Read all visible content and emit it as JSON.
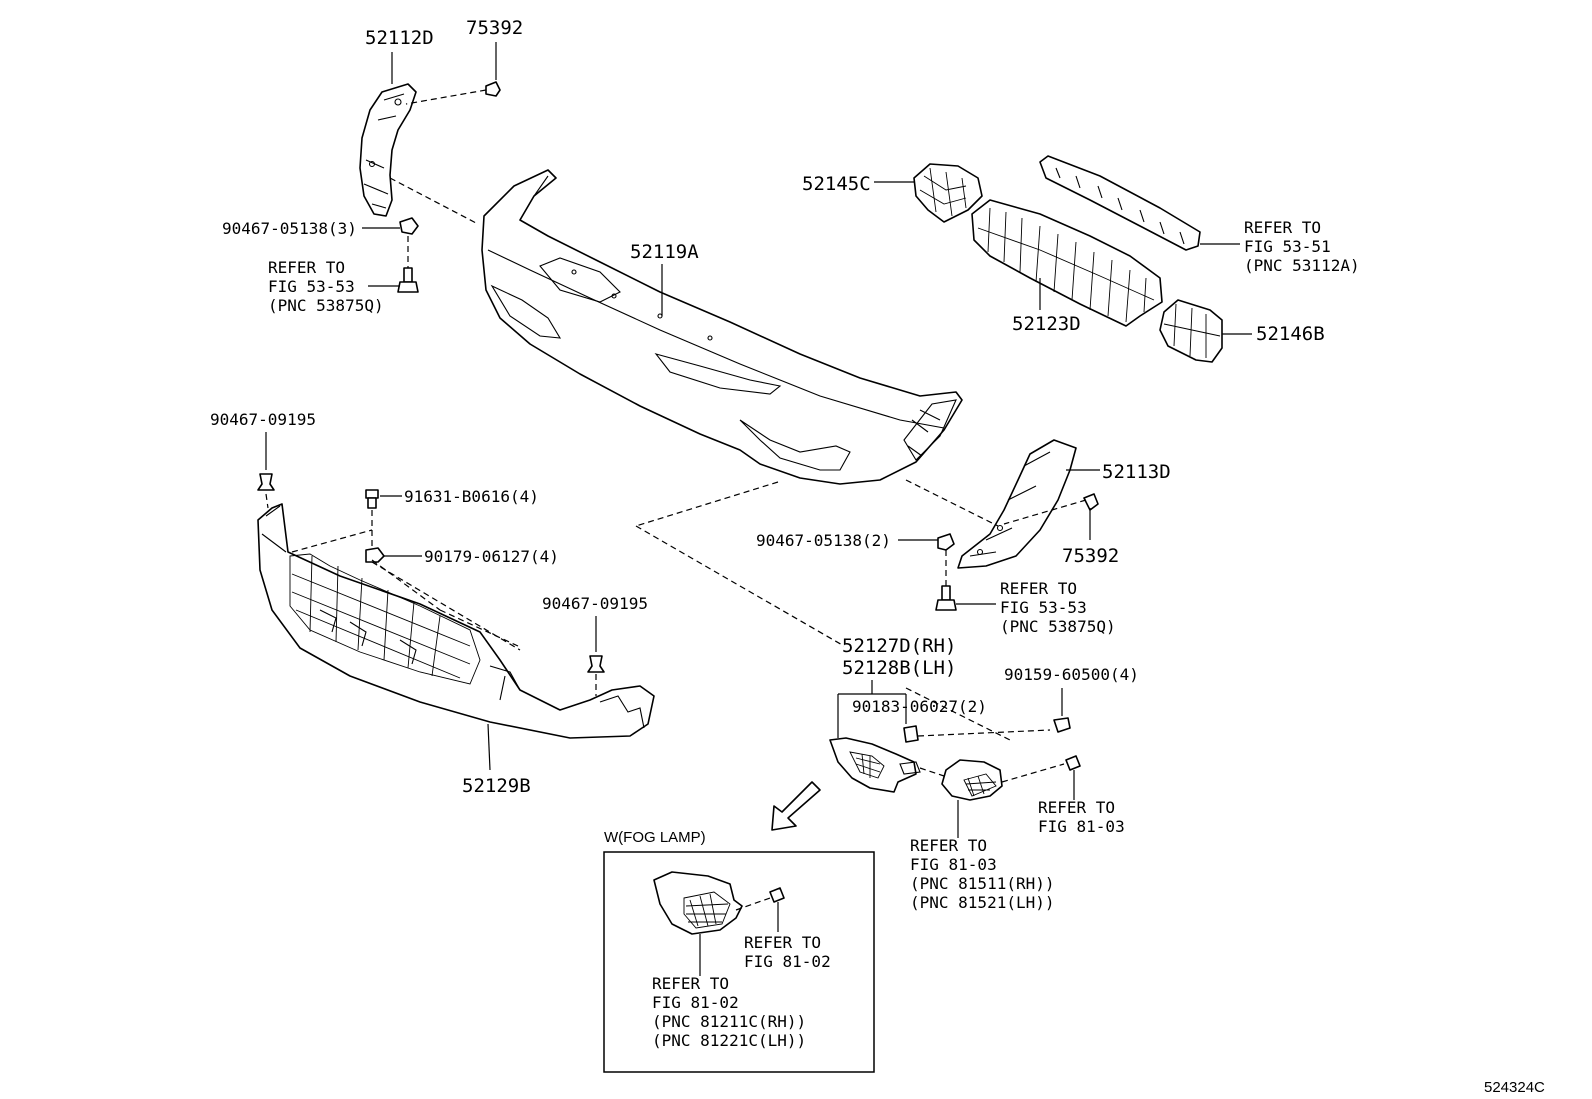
{
  "diagram_id": "524324C",
  "parts": {
    "p52112D": "52112D",
    "p75392_top": "75392",
    "p52119A": "52119A",
    "p52145C": "52145C",
    "p52123D": "52123D",
    "p52146B": "52146B",
    "p52113D": "52113D",
    "p75392_right": "75392",
    "p52129B": "52129B",
    "p52127D": "52127D(RH)",
    "p52128B": "52128B(LH)"
  },
  "fasteners": {
    "f90467_05138_3": "90467-05138(3)",
    "f90467_09195_left": "90467-09195",
    "f91631_B0616": "91631-B0616(4)",
    "f90179_06127": "90179-06127(4)",
    "f90467_09195_right": "90467-09195",
    "f90467_05138_2": "90467-05138(2)",
    "f90159_60500": "90159-60500(4)",
    "f90183_06027": "90183-06027(2)"
  },
  "references": {
    "ref_top_left": [
      "REFER TO",
      "FIG 53-53",
      "(PNC 53875Q)"
    ],
    "ref_top_right": [
      "REFER TO",
      "FIG 53-51",
      "(PNC 53112A)"
    ],
    "ref_mid_right": [
      "REFER TO",
      "FIG 53-53",
      "(PNC 53875Q)"
    ],
    "ref_lamp_bolt": [
      "REFER TO",
      "FIG 81-03"
    ],
    "ref_lamp": [
      "REFER TO",
      "FIG 81-03",
      "(PNC 81511(RH))",
      "(PNC 81521(LH))"
    ],
    "ref_fog_bolt": [
      "REFER TO",
      "FIG 81-02"
    ],
    "ref_fog_lamp": [
      "REFER TO",
      "FIG 81-02",
      "(PNC 81211C(RH))",
      "(PNC 81221C(LH))"
    ]
  },
  "inset": {
    "title": "W(FOG LAMP)"
  }
}
